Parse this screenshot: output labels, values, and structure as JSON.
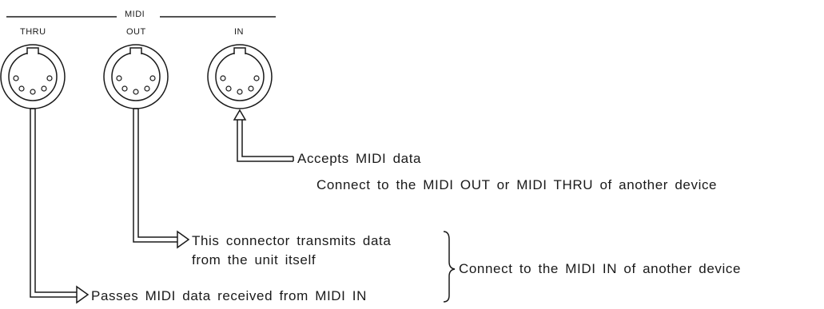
{
  "header": {
    "group_label": "MIDI",
    "thru_label": "THRU",
    "out_label": "OUT",
    "in_label": "IN"
  },
  "annotations": {
    "in_line1": "Accepts MIDI data",
    "in_line2": "Connect to the MIDI OUT or MIDI THRU of another device",
    "out_line1": "This connector transmits data",
    "out_line2": "from the unit itself",
    "thru_line1": "Passes MIDI data received from MIDI IN",
    "group_note": "Connect to the MIDI IN of another device"
  },
  "colors": {
    "ink": "#1a1a1a",
    "background": "#ffffff"
  }
}
